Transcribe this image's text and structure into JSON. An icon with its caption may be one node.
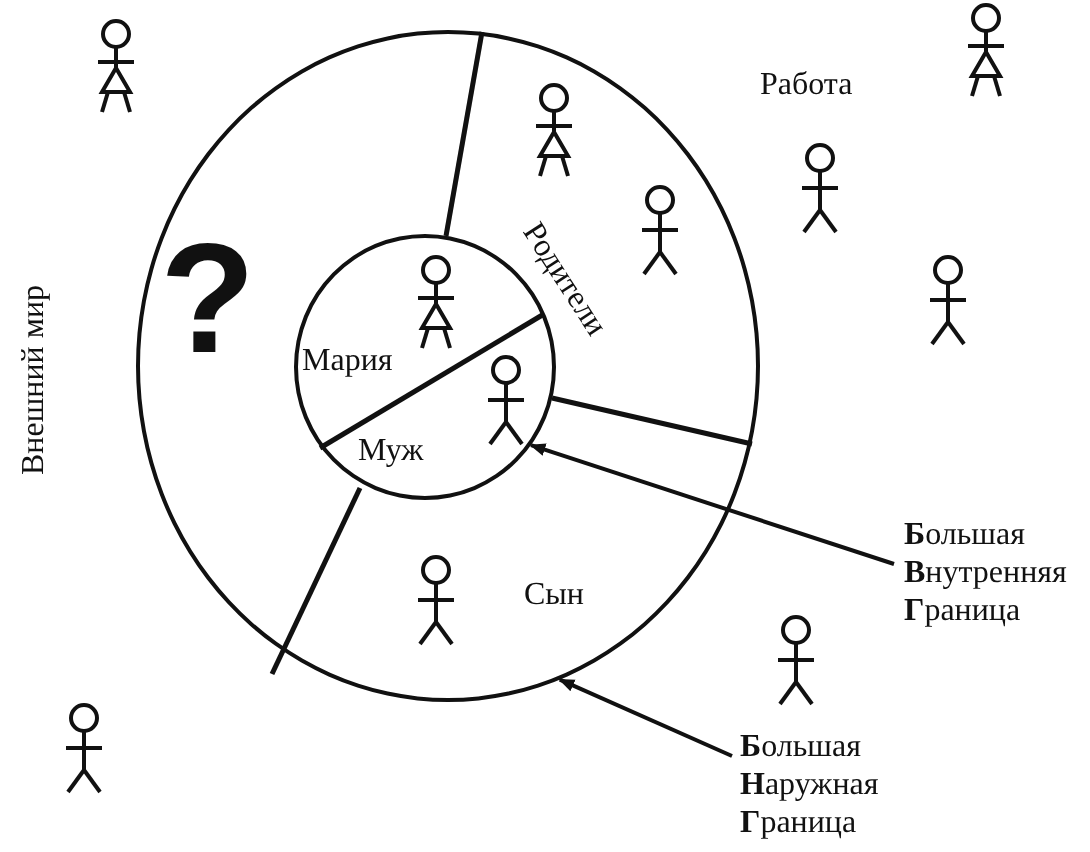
{
  "diagram": {
    "nodes": [
      {
        "text": [],
        "shape": "circle"
      },
      {
        "text": [],
        "shape": "circle",
        "in": 0
      },
      {
        "text": [
          "Мария"
        ],
        "in": 1
      },
      {
        "text": [
          "Муж"
        ],
        "in": 1
      },
      {
        "text": [
          "**Б**ольшая **В**нутренняя **Г**раница"
        ]
      },
      {
        "text": [
          "**Б**ольшая **Н**аружная **Г**раница"
        ]
      }
    ],
    "edges": [
      {
        "from": 4,
        "to": 1,
        "arrow": "to"
      },
      {
        "from": 5,
        "to": 0,
        "arrow": "to"
      }
    ],
    "labels": [
      "Работа",
      "Родители",
      "?",
      "Внешний мир",
      "Сын"
    ]
  }
}
